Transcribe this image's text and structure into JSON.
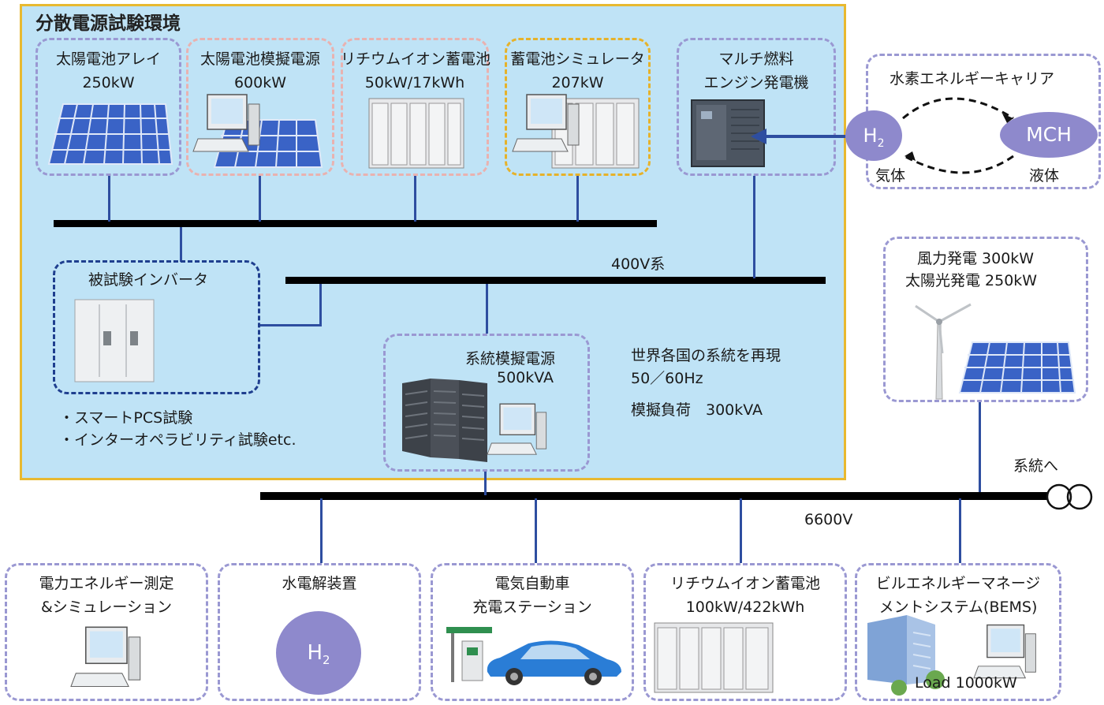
{
  "environment": {
    "title": "分散電源試験環境"
  },
  "top_devices": [
    {
      "line1": "太陽電池アレイ",
      "line2": "250kW"
    },
    {
      "line1": "太陽電池模擬電源",
      "line2": "600kW"
    },
    {
      "line1": "リチウムイオン蓄電池",
      "line2": "50kW/17kWh"
    },
    {
      "line1": "蓄電池シミュレータ",
      "line2": "207kW"
    },
    {
      "line1": "マルチ燃料",
      "line2": "エンジン発電機"
    }
  ],
  "hydrogen_carrier": {
    "title": "水素エネルギーキャリア",
    "h2": "H",
    "h2_sub": "2",
    "mch": "MCH",
    "gas": "気体",
    "liquid": "液体"
  },
  "bus_400v": {
    "label": "400V系"
  },
  "inverter": {
    "title": "被試験インバータ",
    "bullets": [
      "・スマートPCS試験",
      "・インターオペラビリティ試験etc."
    ]
  },
  "grid_simulator": {
    "line1": "系統模擬電源",
    "line2": "500kVA",
    "desc1": "世界各国の系統を再現",
    "desc2": "50／60Hz",
    "desc3": "模擬負荷　300kVA"
  },
  "wind_solar": {
    "line1": "風力発電 300kW",
    "line2": "太陽光発電 250kW"
  },
  "bus_6600v": {
    "label": "6600V",
    "to_grid": "系統へ"
  },
  "bottom_devices": [
    {
      "line1": "電力エネルギー測定",
      "line2": "&シミュレーション"
    },
    {
      "line1": "水電解装置",
      "h2": "H",
      "h2_sub": "2"
    },
    {
      "line1": "電気自動車",
      "line2": "充電ステーション"
    },
    {
      "line1": "リチウムイオン蓄電池",
      "line2": "100kW/422kWh"
    },
    {
      "line1": "ビルエネルギーマネージ",
      "line2": "メントシステム(BEMS)",
      "load": "Load 1000kW"
    }
  ],
  "colors": {
    "env_bg": "#bfe3f6",
    "env_border": "#e8b930",
    "box_border": "#9a98d2",
    "bus": "#000000",
    "connector": "#2e4ea0",
    "ellipse": "#8e89cc"
  }
}
